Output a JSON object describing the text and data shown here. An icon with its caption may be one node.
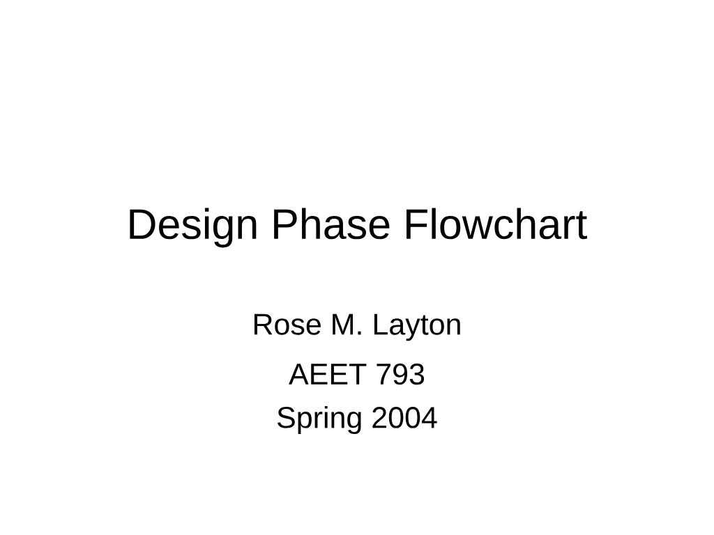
{
  "diagram": {
    "title": "Design Phase Flowchart",
    "labels": [
      "Rose M. Layton",
      "AEET 793",
      "Spring 2004"
    ]
  }
}
